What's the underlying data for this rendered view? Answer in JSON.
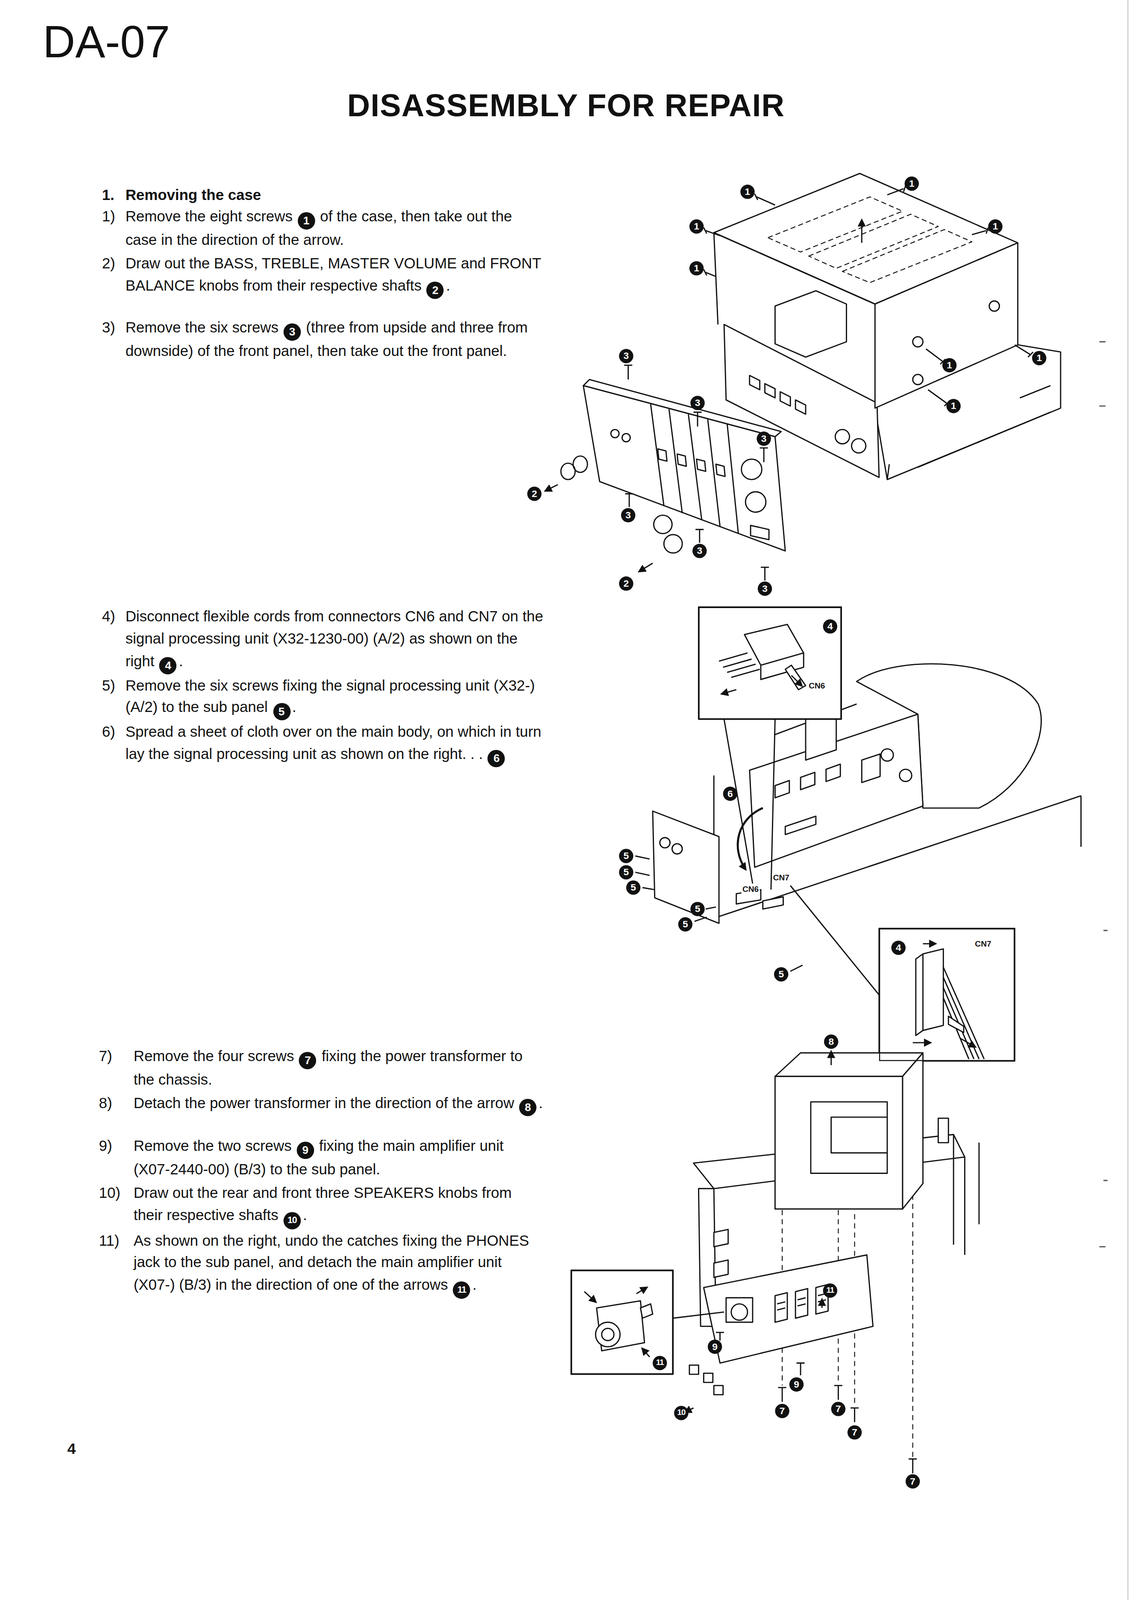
{
  "diagram": {
    "title": "DISASSEMBLY FOR REPAIR",
    "nodes": [
      {
        "text": [
          "4",
          "CN6"
        ]
      },
      {
        "text": [
          "4",
          "CN7"
        ]
      },
      {
        "text": [
          "11"
        ]
      }
    ],
    "labels": [
      "DA-07",
      "1.",
      "Removing the case",
      "1)",
      "Remove the eight screws",
      "1",
      "of the case, then take out the case in the direction of the arrow.",
      "2)",
      "Draw out the BASS, TREBLE, MASTER VOLUME and FRONT BALANCE knobs from their respective shafts",
      "2",
      ".",
      "3)",
      "Remove the six screws",
      "3",
      "(three from upside and three from downside) of the front panel, then take out the front panel.",
      "4)",
      "Disconnect flexible cords from connectors CN6 and CN7 on the signal processing unit (X32-1230-00) (A/2) as shown on the right",
      "4",
      ".",
      "5)",
      "Remove the six screws fixing the signal processing unit (X32-) (A/2) to the sub panel",
      "5",
      ".",
      "6)",
      "Spread a sheet of cloth over on the main body, on which in turn lay the signal processing unit as shown on the right. . .",
      "6",
      "7)",
      "Remove the four screws",
      "7",
      "fixing the power transformer to the chassis.",
      "8)",
      "Detach the power transformer in the direction of the arrow",
      "8",
      ".",
      "9)",
      "Remove the two screws",
      "9",
      "fixing the main amplifier unit (X07-2440-00) (B/3) to the sub panel.",
      "10)",
      "Draw out the rear and front three SPEAKERS knobs from their respective shafts",
      "10",
      ".",
      "11)",
      "As shown on the right, undo the catches fixing the PHONES jack to the sub panel, and detach the main amplifier unit (X07-) (B/3) in the direction of one of the arrows",
      "11",
      ".",
      "1",
      "1",
      "1",
      "1",
      "1",
      "1",
      "1",
      "1",
      "3",
      "3",
      "3",
      "3",
      "3",
      "3",
      "2",
      "2",
      "6",
      "5",
      "5",
      "5",
      "5",
      "5",
      "5",
      "CN7",
      "CN6",
      "8",
      "11",
      "9",
      "9",
      "10",
      "7",
      "7",
      "7",
      "7",
      "4"
    ]
  }
}
